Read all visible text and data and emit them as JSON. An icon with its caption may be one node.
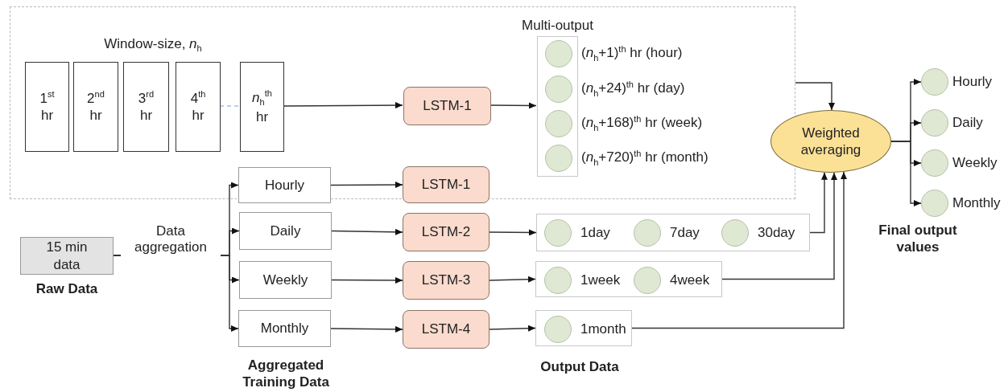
{
  "diagram": {
    "nodes": [
      {
        "text": [],
        "shape": "box"
      },
      {
        "text": [
          "1$^{st}$ hr"
        ],
        "in": 0
      },
      {
        "text": [
          "2$^{nd}$ hr"
        ],
        "in": 0
      },
      {
        "text": [
          "3$^{rd}$ hr"
        ],
        "in": 0
      },
      {
        "text": [
          "4$^{th}$ hr"
        ],
        "in": 0
      },
      {
        "text": [
          "*n*$_{h}$$^{th}$ hr"
        ],
        "in": 0
      },
      {
        "text": [
          "LSTM-1"
        ],
        "in": 0
      },
      {
        "text": [
          "Multi-output"
        ],
        "in": 0
      },
      {
        "text": [],
        "shape": "circle",
        "in": 7,
        "beside": [
          "(*n*$_{h}$+1)$^{th}$ hr (hour)"
        ]
      },
      {
        "text": [],
        "shape": "circle",
        "in": 7,
        "beside": [
          "(*n*$_{h}$+24)$^{th}$ hr (day)"
        ]
      },
      {
        "text": [],
        "shape": "circle",
        "in": 7,
        "beside": [
          "(*n*$_{h}$+168)$^{th}$ hr (week)"
        ]
      },
      {
        "text": [],
        "shape": "circle",
        "in": 7,
        "beside": [
          "(*n*$_{h}$+720)$^{th}$ hr (month)"
        ]
      },
      {
        "text": [
          "15 min data"
        ],
        "beside": [
          "Raw Data"
        ]
      },
      {
        "text": [
          "Hourly"
        ]
      },
      {
        "text": [
          "Daily"
        ]
      },
      {
        "text": [
          "Weekly"
        ]
      },
      {
        "text": [
          "Monthly"
        ]
      },
      {
        "text": [
          "LSTM-1"
        ]
      },
      {
        "text": [
          "LSTM-2"
        ]
      },
      {
        "text": [
          "LSTM-3"
        ]
      },
      {
        "text": [
          "LSTM-4"
        ]
      },
      {
        "text": [],
        "shape": "box"
      },
      {
        "text": [],
        "shape": "circle",
        "in": 21,
        "beside": [
          "1day"
        ]
      },
      {
        "text": [],
        "shape": "circle",
        "in": 21,
        "beside": [
          "7day"
        ]
      },
      {
        "text": [],
        "shape": "circle",
        "in": 21,
        "beside": [
          "30day"
        ]
      },
      {
        "text": [],
        "shape": "box"
      },
      {
        "text": [],
        "shape": "circle",
        "in": 25,
        "beside": [
          "1week"
        ]
      },
      {
        "text": [],
        "shape": "circle",
        "in": 25,
        "beside": [
          "4week"
        ]
      },
      {
        "text": [],
        "shape": "box"
      },
      {
        "text": [],
        "shape": "circle",
        "in": 28,
        "beside": [
          "1month"
        ]
      },
      {
        "text": [
          "Weighted averaging"
        ]
      },
      {
        "text": [],
        "shape": "circle",
        "beside": [
          "Hourly"
        ]
      },
      {
        "text": [],
        "shape": "circle",
        "beside": [
          "Daily"
        ]
      },
      {
        "text": [],
        "shape": "circle",
        "beside": [
          "Weekly"
        ]
      },
      {
        "text": [],
        "shape": "circle",
        "beside": [
          "Monthly"
        ]
      }
    ],
    "edges": [
      {
        "from": 4,
        "to": 5,
        "arrow": "none",
        "style": "dashed",
        "color": "#a4bde6"
      },
      {
        "from": 5,
        "to": 6,
        "arrow": "to"
      },
      {
        "from": 6,
        "to": 7,
        "arrow": "to"
      },
      {
        "from": 0,
        "to": 30,
        "arrow": "to"
      },
      {
        "from": 12,
        "to": 13,
        "arrow": "to"
      },
      {
        "from": 12,
        "to": 14,
        "arrow": "to",
        "label": "Data aggregation"
      },
      {
        "from": 12,
        "to": 15,
        "arrow": "to"
      },
      {
        "from": 12,
        "to": 16,
        "arrow": "to"
      },
      {
        "from": 13,
        "to": 17,
        "arrow": "to"
      },
      {
        "from": 14,
        "to": 18,
        "arrow": "to"
      },
      {
        "from": 15,
        "to": 19,
        "arrow": "to"
      },
      {
        "from": 16,
        "to": 20,
        "arrow": "to"
      },
      {
        "from": 18,
        "to": 21,
        "arrow": "to"
      },
      {
        "from": 19,
        "to": 25,
        "arrow": "to"
      },
      {
        "from": 20,
        "to": 28,
        "arrow": "to"
      },
      {
        "from": 21,
        "to": 30,
        "arrow": "to"
      },
      {
        "from": 25,
        "to": 30,
        "arrow": "to"
      },
      {
        "from": 28,
        "to": 30,
        "arrow": "to"
      },
      {
        "from": 30,
        "to": 31,
        "arrow": "to"
      },
      {
        "from": 30,
        "to": 32,
        "arrow": "to"
      },
      {
        "from": 30,
        "to": 33,
        "arrow": "to"
      },
      {
        "from": 30,
        "to": 34,
        "arrow": "to"
      }
    ],
    "labels": [
      "Window-size, *n*$_{h}$",
      "Aggregated Training Data",
      "Output Data",
      "Final output values"
    ]
  }
}
